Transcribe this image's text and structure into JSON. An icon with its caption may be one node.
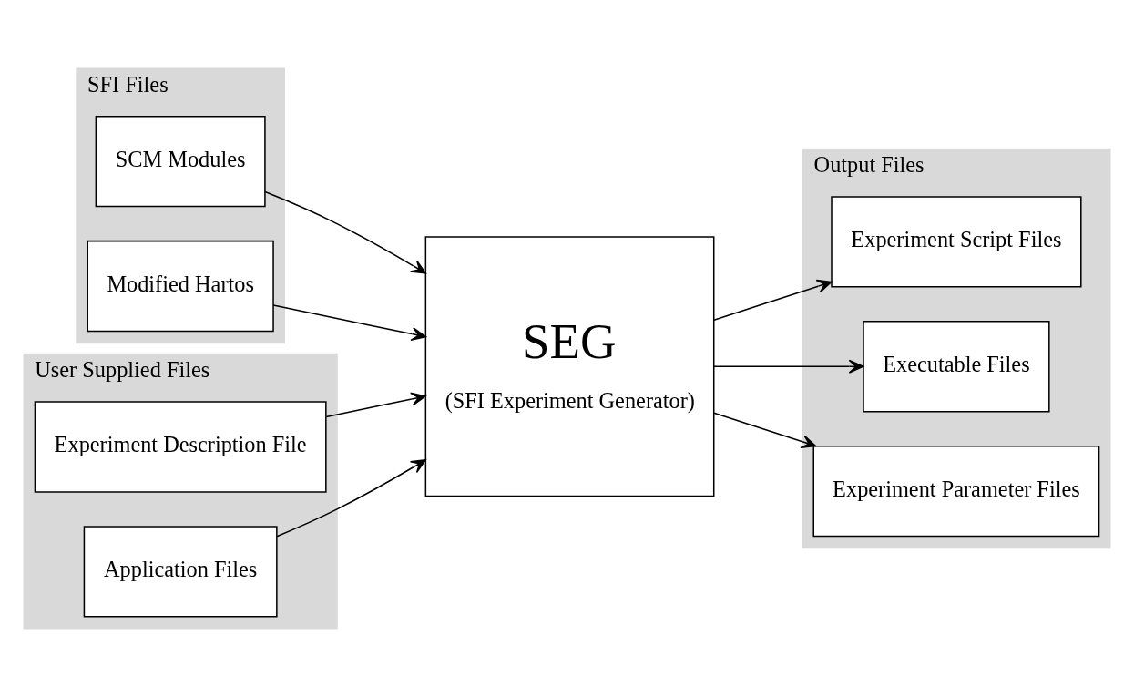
{
  "diagram": {
    "nodes": [
      {
        "text": [
          "SFI Files"
        ]
      },
      {
        "text": [
          "SCM Modules"
        ],
        "in": 0
      },
      {
        "text": [
          "Modified Hartos"
        ],
        "in": 0
      },
      {
        "text": [
          "User Supplied Files"
        ]
      },
      {
        "text": [
          "Experiment Description File"
        ],
        "in": 3
      },
      {
        "text": [
          "Application Files"
        ],
        "in": 3
      },
      {
        "text": [
          "SEG",
          "(SFI Experiment Generator)"
        ]
      },
      {
        "text": [
          "Output Files"
        ]
      },
      {
        "text": [
          "Experiment Script Files"
        ],
        "in": 7
      },
      {
        "text": [
          "Executable Files"
        ],
        "in": 7
      },
      {
        "text": [
          "Experiment Parameter Files"
        ],
        "in": 7
      }
    ],
    "edges": [
      {
        "from": 1,
        "to": 6,
        "arrow": "to"
      },
      {
        "from": 2,
        "to": 6,
        "arrow": "to"
      },
      {
        "from": 4,
        "to": 6,
        "arrow": "to"
      },
      {
        "from": 5,
        "to": 6,
        "arrow": "to"
      },
      {
        "from": 6,
        "to": 8,
        "arrow": "to"
      },
      {
        "from": 6,
        "to": 9,
        "arrow": "to"
      },
      {
        "from": 6,
        "to": 10,
        "arrow": "to"
      }
    ]
  }
}
